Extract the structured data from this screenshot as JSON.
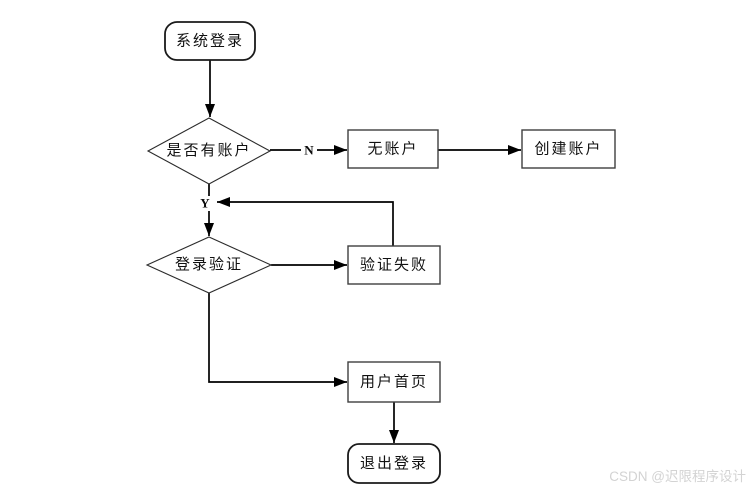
{
  "flowchart": {
    "nodes": {
      "start": {
        "label": "系统登录",
        "shape": "rounded-terminal"
      },
      "has_account": {
        "label": "是否有账户",
        "shape": "decision-diamond"
      },
      "no_account": {
        "label": "无账户",
        "shape": "process-rect"
      },
      "create_account": {
        "label": "创建账户",
        "shape": "process-rect"
      },
      "login_verify": {
        "label": "登录验证",
        "shape": "decision-diamond"
      },
      "verify_fail": {
        "label": "验证失败",
        "shape": "process-rect"
      },
      "user_home": {
        "label": "用户首页",
        "shape": "process-rect"
      },
      "logout": {
        "label": "退出登录",
        "shape": "rounded-terminal"
      }
    },
    "edge_labels": {
      "no": "N",
      "yes": "Y"
    },
    "colors": {
      "line": "#000000",
      "node_border": "#3f3f3f",
      "terminal_border": "#1a1a1a",
      "node_fill": "#ffffff",
      "text": "#111111"
    }
  },
  "watermark": {
    "text": "CSDN @迟限程序设计",
    "color": "#d3d3d3"
  }
}
